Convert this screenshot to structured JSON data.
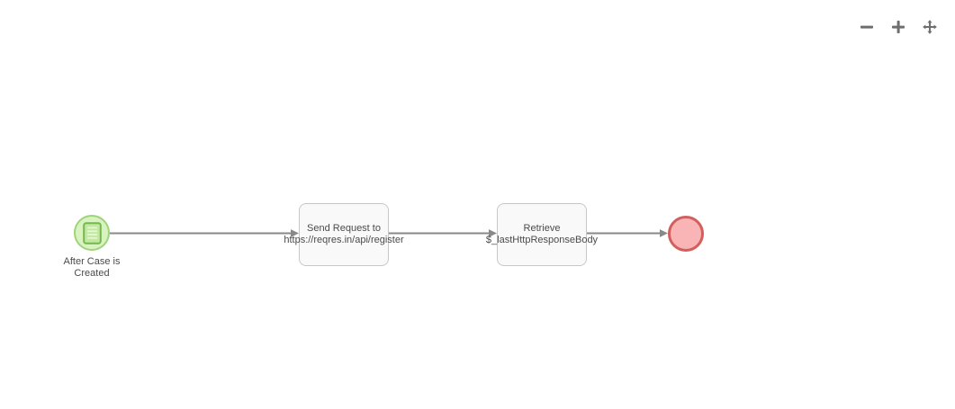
{
  "toolbar": {
    "zoom_out_icon": "minus",
    "zoom_in_icon": "plus",
    "pan_icon": "move-arrows"
  },
  "diagram": {
    "start_event": {
      "icon": "document-lines",
      "label": "After Case is\nCreated"
    },
    "tasks": [
      {
        "line1": "Send Request to",
        "line2": "https://reqres.in/api/register"
      },
      {
        "line1": "Retrieve",
        "line2": "$_lastHttpResponseBody"
      }
    ],
    "end_event": {
      "label": ""
    }
  },
  "colors": {
    "canvas_background": "#ffffff",
    "start_event_fill": "#d8f3c0",
    "start_event_border": "#9ed47b",
    "start_event_icon": "#74b84e",
    "task_fill": "#f9f9f9",
    "task_border": "#c7c7c7",
    "end_event_fill": "#f9b5b5",
    "end_event_border": "#d25e5e",
    "connector": "#898989",
    "label_text": "#4a4a4a",
    "control_icons": "#6e6e6e"
  }
}
